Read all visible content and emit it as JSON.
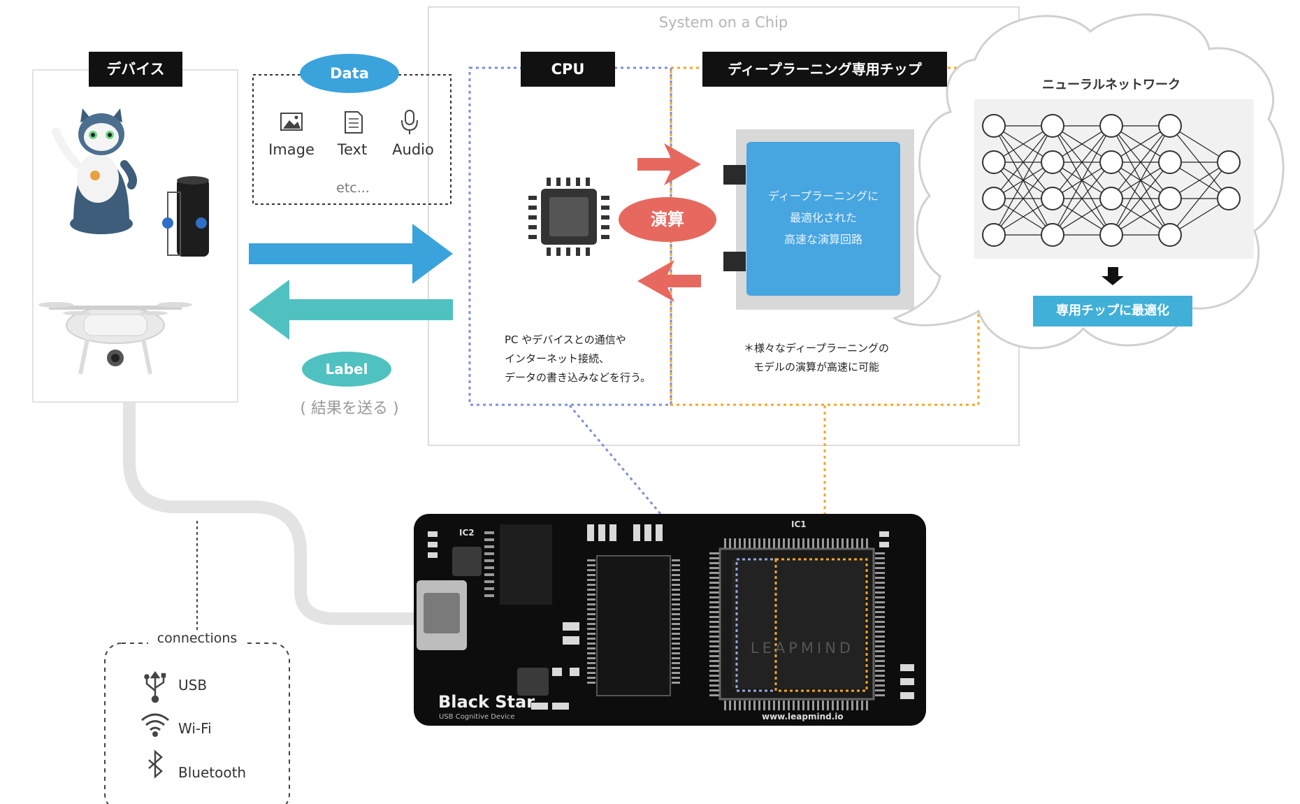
{
  "soc": {
    "label": "System on a Chip"
  },
  "device": {
    "title": "デバイス"
  },
  "data_box": {
    "badge": "Data",
    "items": [
      {
        "label": "Image",
        "icon": "image-icon"
      },
      {
        "label": "Text",
        "icon": "text-document-icon"
      },
      {
        "label": "Audio",
        "icon": "microphone-icon"
      }
    ],
    "more": "etc..."
  },
  "label_box": {
    "badge": "Label",
    "note": "( 結果を送る )"
  },
  "cpu": {
    "title": "CPU",
    "desc": [
      "PC やデバイスとの通信や",
      "インターネット接続、",
      "データの書き込みなどを行う。"
    ]
  },
  "dl_chip": {
    "title": "ディープラーニング専用チップ",
    "chip_text": [
      "ディープラーニングに",
      "最適化された",
      "高速な演算回路"
    ],
    "desc": [
      "＊様々なディープラーニングの",
      "モデルの演算が高速に可能"
    ]
  },
  "compute": {
    "label": "演算"
  },
  "neural": {
    "title": "ニューラルネットワーク",
    "button": "専用チップに最適化",
    "layers": [
      4,
      4,
      4,
      4,
      2
    ]
  },
  "connections": {
    "title": "connections",
    "items": [
      {
        "label": "USB",
        "icon": "usb-icon"
      },
      {
        "label": "Wi-Fi",
        "icon": "wifi-icon"
      },
      {
        "label": "Bluetooth",
        "icon": "bluetooth-icon"
      }
    ]
  },
  "board": {
    "product": "Black Star",
    "subtitle": "USB Cognitive Device",
    "url": "www.leapmind.io",
    "brand": "LEAPMIND",
    "ic1": "IC1",
    "ic2": "IC2"
  },
  "colors": {
    "blue_arrow": "#3aa3dc",
    "teal_arrow": "#4fc1c0",
    "red_arrow": "#e6685e",
    "chip_blue": "#47a5e0",
    "cpu_dotted": "#7d8fd6",
    "dl_dotted": "#f5a623",
    "neural_button": "#41b0d8"
  }
}
